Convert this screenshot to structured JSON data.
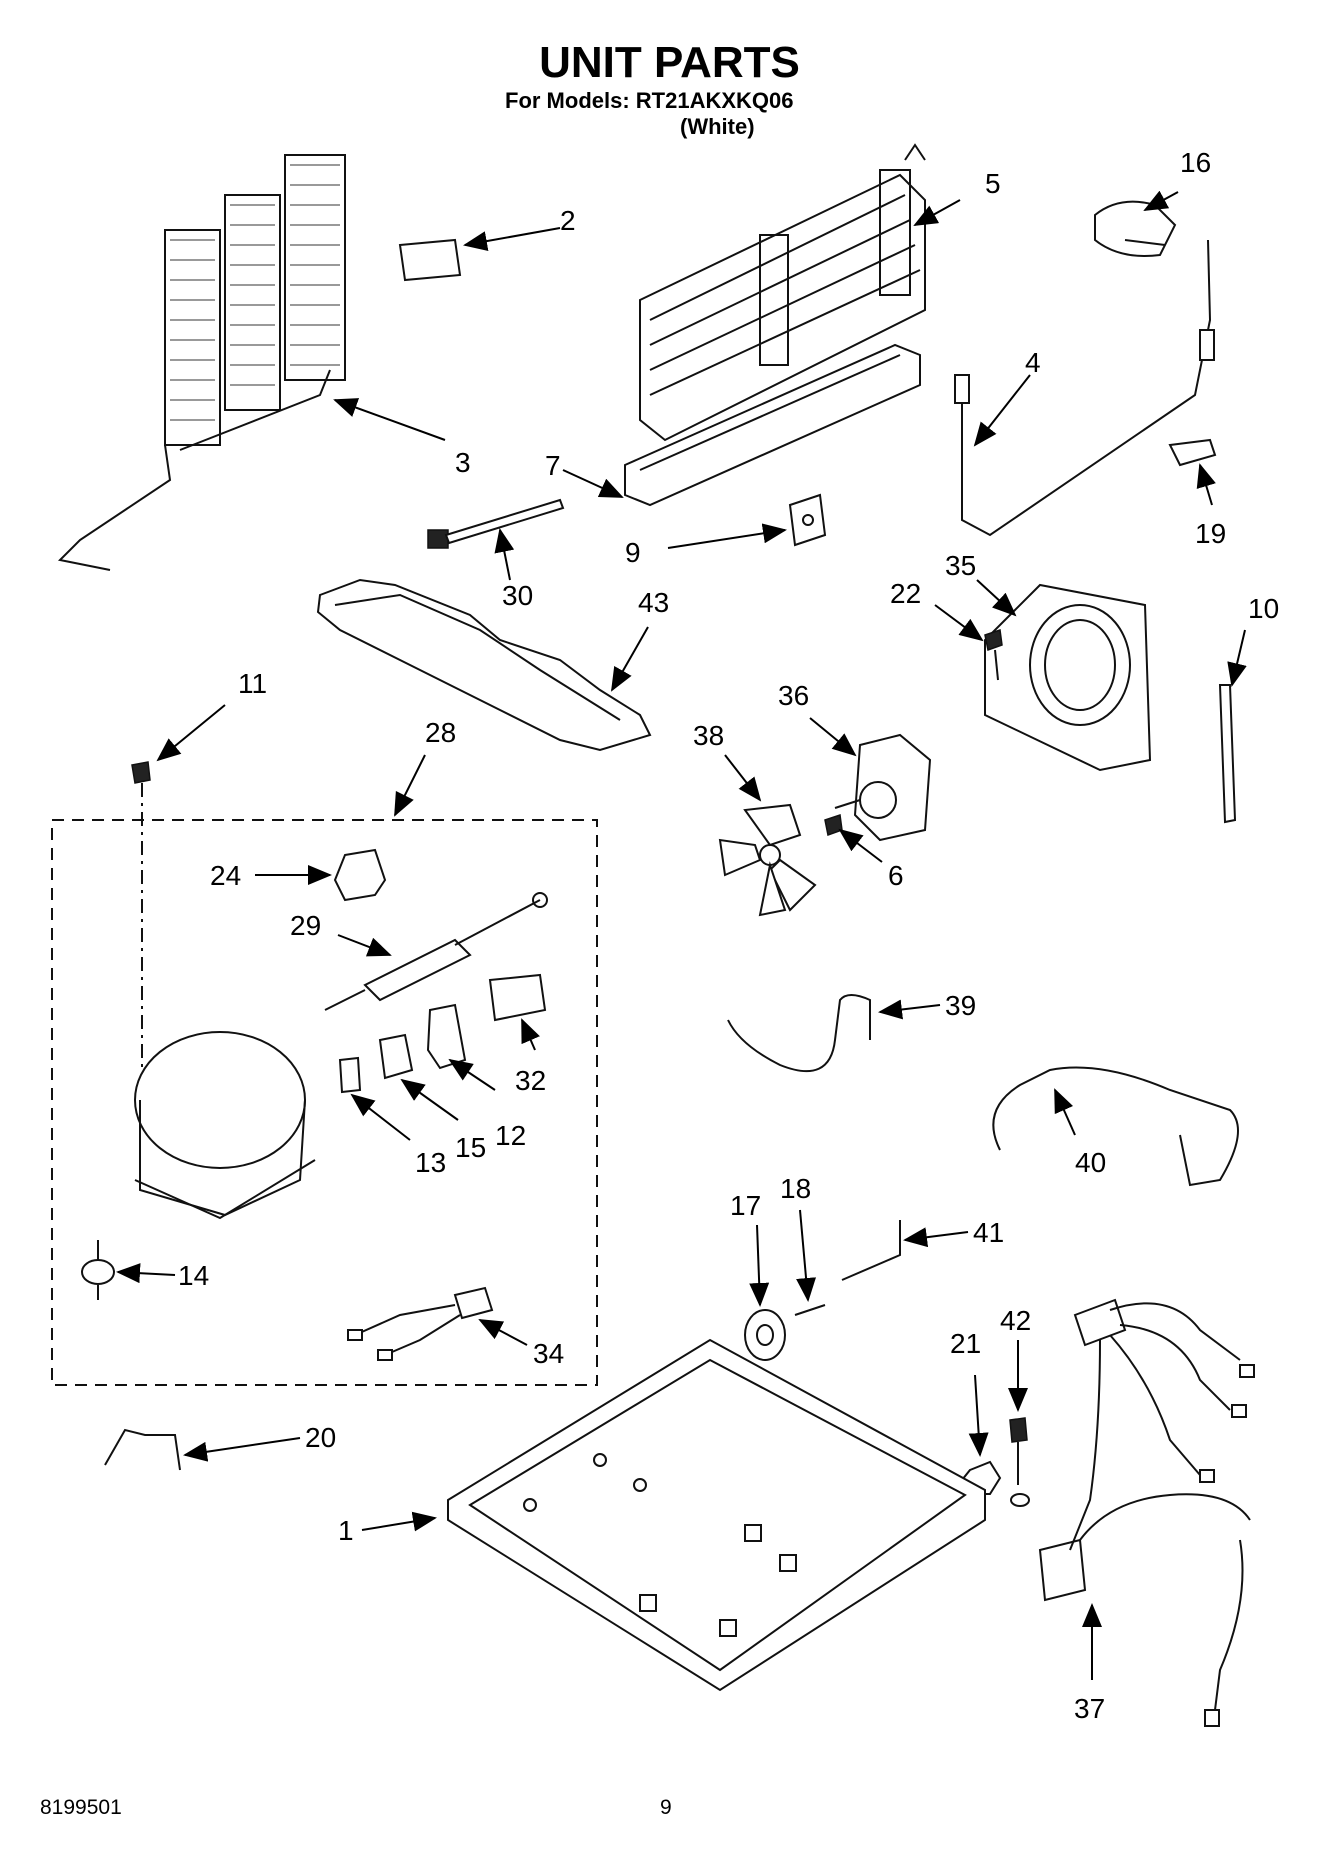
{
  "header": {
    "title": "UNIT PARTS",
    "models": "For Models: RT21AKXKQ06",
    "variant": "(White)"
  },
  "footer": {
    "doc_number": "8199501",
    "page_number": "9"
  },
  "callouts": {
    "c1": "1",
    "c2": "2",
    "c3": "3",
    "c4": "4",
    "c5": "5",
    "c6": "6",
    "c7": "7",
    "c9": "9",
    "c10": "10",
    "c11": "11",
    "c12": "12",
    "c13": "13",
    "c14": "14",
    "c15": "15",
    "c16": "16",
    "c17": "17",
    "c18": "18",
    "c19": "19",
    "c20": "20",
    "c21": "21",
    "c22": "22",
    "c24": "24",
    "c28": "28",
    "c29": "29",
    "c30": "30",
    "c32": "32",
    "c34": "34",
    "c35": "35",
    "c36": "36",
    "c37": "37",
    "c38": "38",
    "c39": "39",
    "c40": "40",
    "c41": "41",
    "c42": "42",
    "c43": "43"
  }
}
